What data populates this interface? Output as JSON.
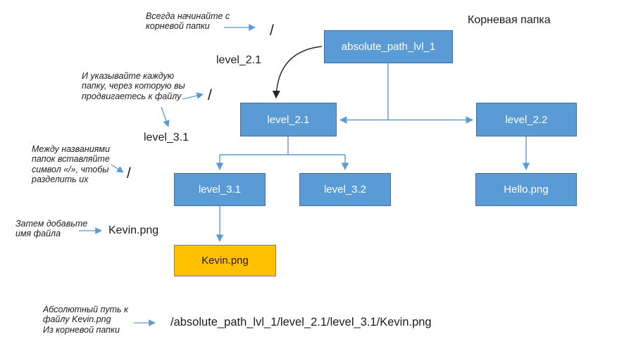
{
  "diagram": {
    "kind": "file-system-hierarchy",
    "root_folder_label": "Корневая папка",
    "nodes": [
      {
        "label": "absolute_path_lvl_1",
        "type": "folder"
      },
      {
        "label": "level_2.1",
        "type": "folder"
      },
      {
        "label": "level_2.2",
        "type": "folder"
      },
      {
        "label": "level_3.1",
        "type": "folder"
      },
      {
        "label": "level_3.2",
        "type": "folder"
      },
      {
        "label": "Hello.png",
        "type": "file"
      },
      {
        "label": "Kevin.png",
        "type": "file-highlighted"
      }
    ],
    "edges": [
      "absolute_path_lvl_1 -> level_2.1",
      "absolute_path_lvl_1 -> level_2.2",
      "level_2.1 -> level_3.1",
      "level_2.1 -> level_3.2",
      "level_2.2 -> Hello.png",
      "level_3.1 -> Kevin.png"
    ],
    "free_labels": {
      "slash_1": "/",
      "slash_2": "/",
      "slash_3": "/",
      "level_2_1_text": "level_2.1",
      "level_3_1_text": "level_3.1",
      "kevin_text": "Kevin.png",
      "absolute_path": "/absolute_path_lvl_1/level_2.1/level_3.1/Kevin.png"
    },
    "annotations": [
      {
        "lines": [
          "Всегда начинайте с",
          "корневой папки"
        ]
      },
      {
        "lines": [
          "И указывайте каждую",
          "папку, через которую вы",
          "продвигаетесь к файлу"
        ]
      },
      {
        "lines": [
          "Между названиями",
          "папок вставляйте",
          "символ «/», чтобы",
          "разделить их"
        ]
      },
      {
        "lines": [
          "Затем добавьте",
          "имя файла"
        ]
      },
      {
        "lines": [
          "Абсолютный путь к",
          "файлу Kevin.png",
          "Из корневой папки"
        ]
      }
    ],
    "colors": {
      "folder_fill": "#5B9BD5",
      "folder_border": "#41719C",
      "highlight_fill": "#FFC000",
      "highlight_border": "#7F7F7F",
      "connector_blue": "#5B9BD5",
      "curve_arrow_black": "#262626",
      "text": "#1c1c1c"
    }
  }
}
